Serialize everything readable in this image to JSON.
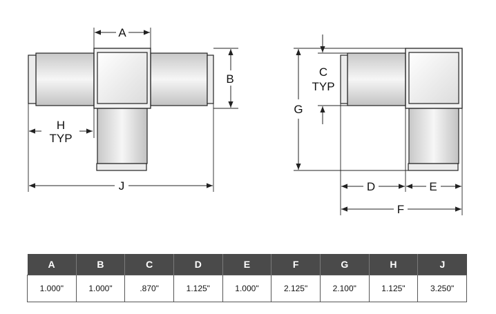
{
  "diagram": {
    "labels": {
      "A": "A",
      "B": "B",
      "C": "C",
      "C_typ": "TYP",
      "D": "D",
      "E": "E",
      "F": "F",
      "G": "G",
      "H": "H",
      "H_typ": "TYP",
      "J": "J"
    }
  },
  "table": {
    "headers": [
      "A",
      "B",
      "C",
      "D",
      "E",
      "F",
      "G",
      "H",
      "J"
    ],
    "values": [
      "1.000\"",
      "1.000\"",
      ".870\"",
      "1.125\"",
      "1.000\"",
      "2.125\"",
      "2.100\"",
      "1.125\"",
      "3.250\""
    ]
  },
  "colors": {
    "header_bg": "#4a4a4a",
    "header_text": "#ffffff",
    "line": "#222222"
  }
}
